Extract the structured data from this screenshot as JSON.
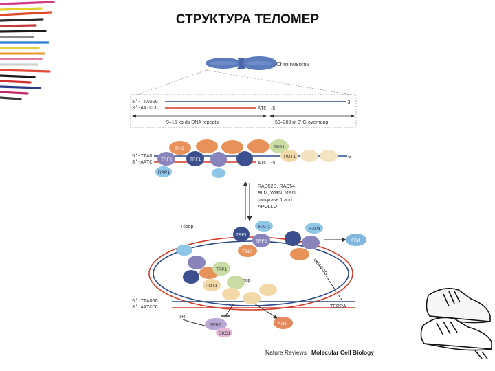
{
  "title": "СТРУКТУРА ТЕЛОМЕР",
  "figure": {
    "chromosome_label": "Chromosome",
    "top_panel": {
      "strand_top_left": "5'-TTAGGG",
      "strand_bottom_left": "3'-AATCCC",
      "strand_top_right": "-3",
      "strand_bottom_right_seq": "ATC",
      "strand_bottom_right_end": "-5",
      "repeats_label": "9–15 kb ds DNA repeats",
      "overhang_label": "50–300 nt 3' G-overhang"
    },
    "shelterin_panel": {
      "strand_top_left": "5'-TTAG",
      "strand_bottom_left": "3'-AATC",
      "strand_top_right": "-3",
      "strand_bottom_right_seq": "ATC",
      "strand_bottom_right_end": "-5",
      "proteins": [
        "TIN2",
        "TRF2",
        "TRF1",
        "RAP1",
        "TPP1",
        "POT1"
      ]
    },
    "factors_label": [
      "RAD52D, RAD54,",
      "BLM, WRN, MRN,",
      "tankyrase 1 and",
      "APOLLO"
    ],
    "tloop_panel": {
      "t_loop_label": "T-loop",
      "d_loop_label": "D-loop",
      "terra_label": "TERRA",
      "tr_label": "TR",
      "strand_top_left": "5' TTAGGG",
      "strand_bottom_left": "3' AATCCC",
      "uuaggg_label": "UUAGGG",
      "proteins": [
        "RAP1",
        "TRF1",
        "TRF2",
        "TIN2",
        "TPP1",
        "POT1",
        "ATM",
        "ATR",
        "TERT",
        "DKC1"
      ]
    }
  },
  "footer": {
    "journal": "Nature Reviews",
    "separator": " | ",
    "section": "Molecular Cell Biology"
  },
  "colors": {
    "strand_blue": "#2d4a8c",
    "strand_red": "#d23a2a",
    "tin2": "#e8925a",
    "trf1": "#3b4f8e",
    "trf2": "#8a84bd",
    "rap1": "#8ec7e6",
    "tpp1": "#c9dca4",
    "pot1": "#f4d9a8",
    "atm": "#7fb7de",
    "atr": "#e58a5f",
    "tert": "#b9a8d6",
    "dkc1": "#e6b7d7"
  }
}
